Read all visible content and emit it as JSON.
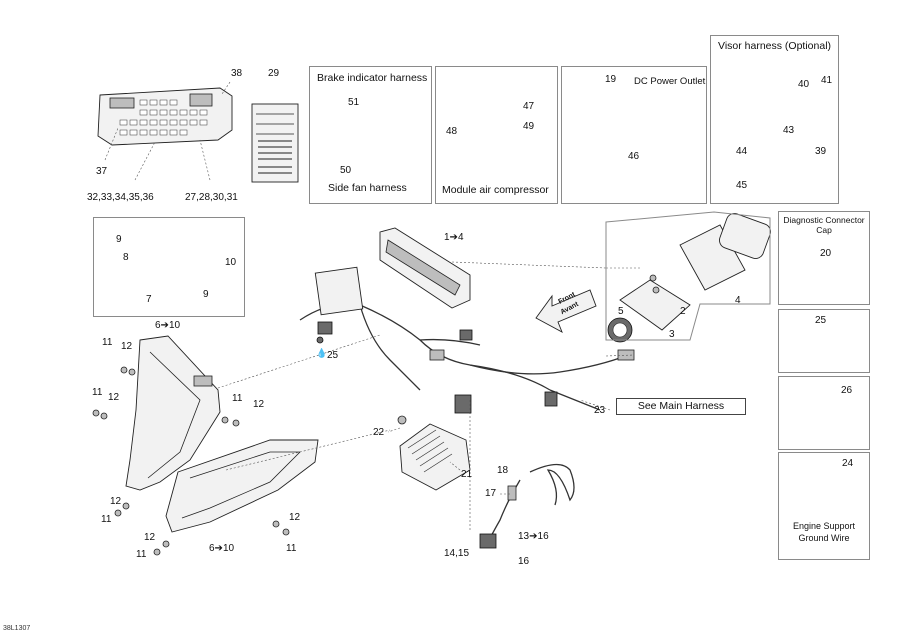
{
  "sheet_code": "38L1307",
  "boxes": {
    "brake_indicator": {
      "title": "Brake indicator harness",
      "caption": "Side fan harness",
      "labels": [
        "51",
        "50"
      ]
    },
    "module_air": {
      "caption": "Module air compressor",
      "labels": [
        "47",
        "48",
        "49"
      ]
    },
    "dc_power": {
      "title": "DC Power Outlet",
      "labels": [
        "19",
        "46"
      ]
    },
    "visor": {
      "title": "Visor harness (Optional)",
      "labels": [
        "40",
        "41",
        "43",
        "44",
        "39",
        "45"
      ]
    },
    "headlamp_bulb": {
      "labels": [
        "9",
        "10",
        "8",
        "7",
        "9"
      ]
    },
    "gauge": {
      "labels": [
        "5",
        "2",
        "3",
        "4"
      ]
    },
    "diag_cap": {
      "title_line1": "Diagnostic Connector",
      "title_line2": "Cap",
      "labels": [
        "20"
      ]
    },
    "grease": {
      "labels": [
        "25"
      ]
    },
    "clamp": {
      "labels": [
        "26"
      ]
    },
    "ground_wire": {
      "labels": [
        "24"
      ],
      "caption_line1": "Engine Support",
      "caption_line2": "Ground Wire"
    }
  },
  "loose_labels": {
    "fuse_box_38": "38",
    "fuse_label_29": "29",
    "fuse_37": "37",
    "fuse_group_a": "32,33,34,35,36",
    "fuse_group_b": "27,28,30,31",
    "gauge_group": "1➔4",
    "headlight_top": "6➔10",
    "headlight_bottom": "6➔10",
    "l11a": "11",
    "l12a": "12",
    "l11b": "11",
    "l12b": "12",
    "l11c": "11",
    "l12c": "12",
    "l12d": "12",
    "l11d": "11",
    "l12e": "12",
    "l11e": "11",
    "l12f": "12",
    "l11f": "11",
    "grease_25": "25",
    "rectifier_22": "22",
    "rectifier_21": "21",
    "harness_23": "23",
    "see_main": "See Main Harness",
    "front_arrow_1": "Front",
    "front_arrow_2": "Avant",
    "l18": "18",
    "l17": "17",
    "l13": "13➔16",
    "l14": "14,15",
    "l16": "16"
  }
}
